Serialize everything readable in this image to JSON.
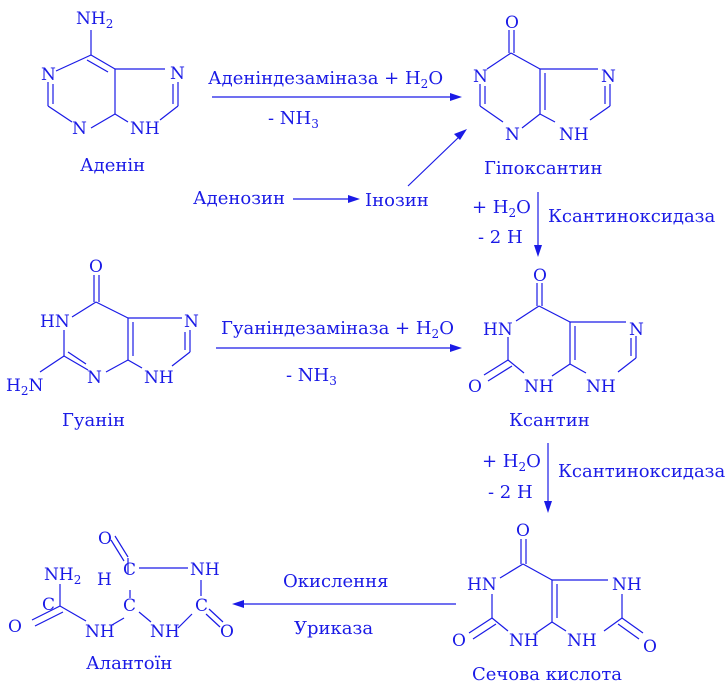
{
  "compounds": {
    "adenine": "Аденін",
    "hypoxanthine": "Гіпоксантин",
    "adenosine": "Аденозин",
    "inosine": "Інозин",
    "guanine": "Гуанін",
    "xanthine": "Ксантин",
    "uric_acid": "Сечова кислота",
    "allantoin": "Алантоїн"
  },
  "reactions": {
    "adenine_deaminase": "Аденіндезаміназа + H",
    "guanine_deaminase": "Гуаніндезаміназа + H",
    "o_suffix": "O",
    "minus_nh": "- NH",
    "nh3_sub": "3",
    "plus_h2o": "+ H",
    "minus_2h": "- 2 H",
    "xanthine_oxidase_1": "Ксантиноксидаза",
    "xanthine_oxidase_2": "Ксантиноксидаза",
    "oxidation": "Окислення",
    "uricase": "Уриказа"
  },
  "atoms": {
    "N": "N",
    "NH": "NH",
    "HN": "HN",
    "H": "H",
    "O": "O",
    "C": "C",
    "NH2": "NH",
    "H2N": "H",
    "two": "2",
    "N_suffix": "N"
  }
}
